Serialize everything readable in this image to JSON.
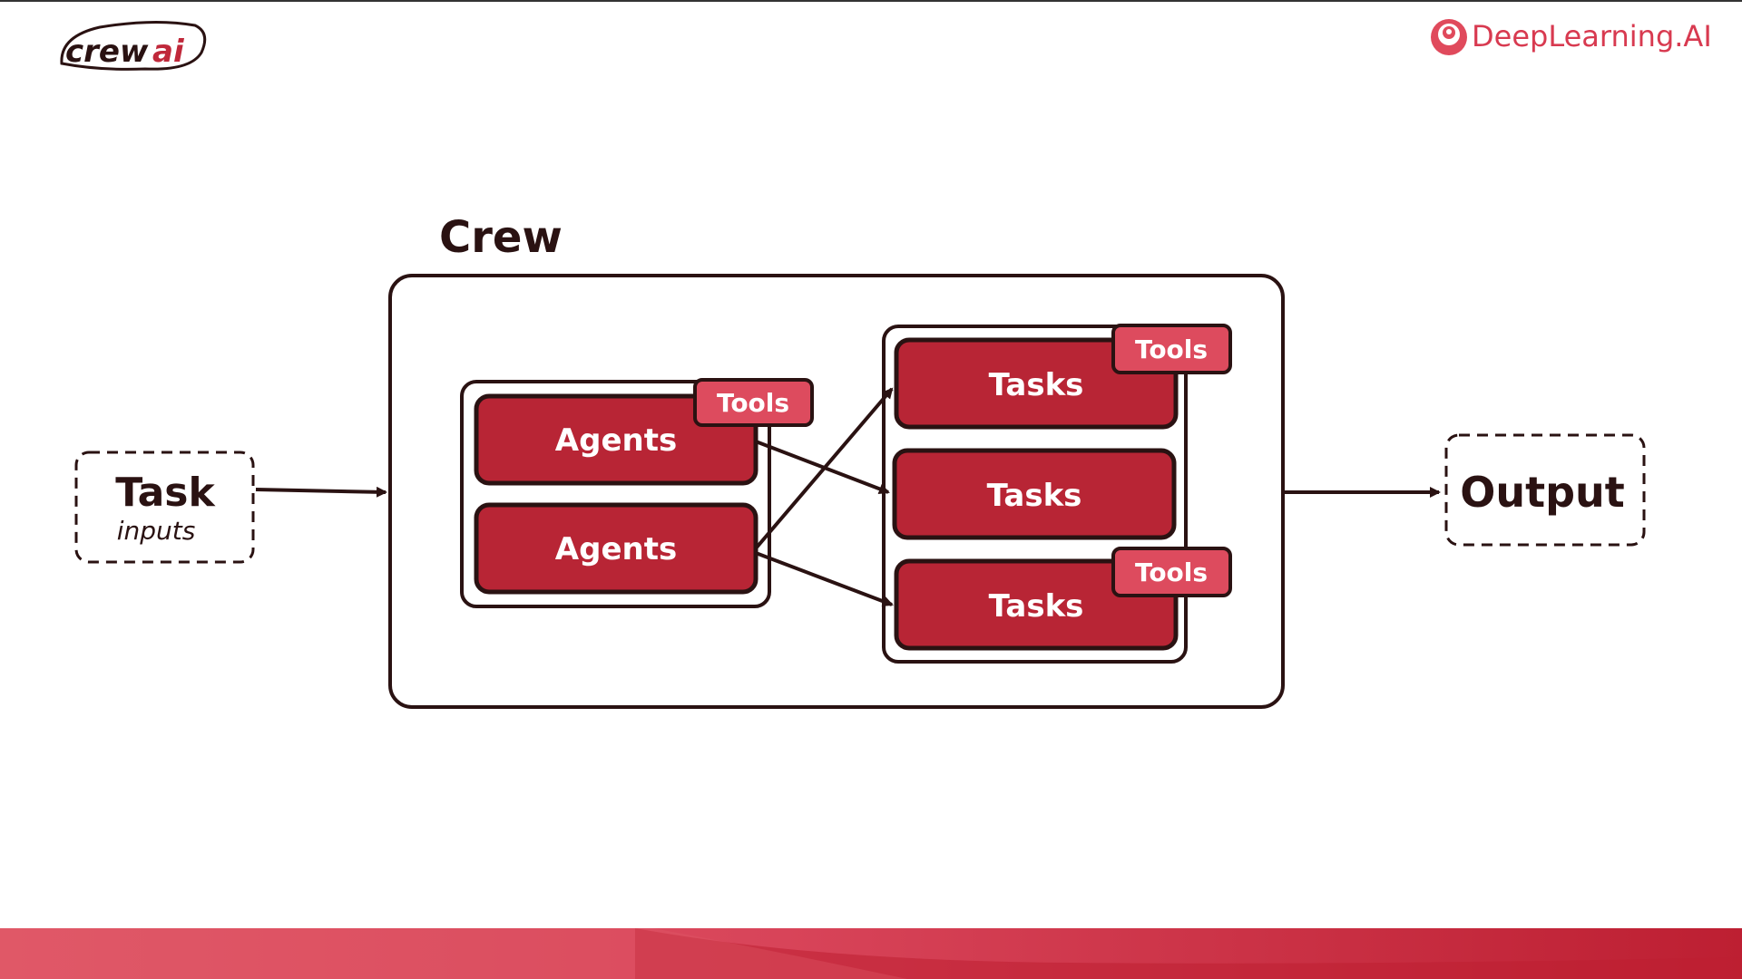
{
  "header": {
    "crewai_logo": "crewai",
    "partner_logo_text": "DeepLearning.AI",
    "partner_icon": "deeplearning-ai-icon"
  },
  "diagram": {
    "input": {
      "title": "Task",
      "subtitle": "inputs"
    },
    "crew": {
      "label": "Crew",
      "agents": [
        {
          "label": "Agents",
          "tool": "Tools"
        },
        {
          "label": "Agents",
          "tool": ""
        }
      ],
      "tasks": [
        {
          "label": "Tasks",
          "tool": "Tools"
        },
        {
          "label": "Tasks",
          "tool": ""
        },
        {
          "label": "Tasks",
          "tool": "Tools"
        }
      ]
    },
    "output": {
      "title": "Output"
    }
  },
  "colors": {
    "crimson": "#b82535",
    "tools_pink": "#dd4b5e",
    "dark_outline": "#2a1212",
    "banner_left": "#e05868",
    "banner_right": "#bd1f32"
  }
}
